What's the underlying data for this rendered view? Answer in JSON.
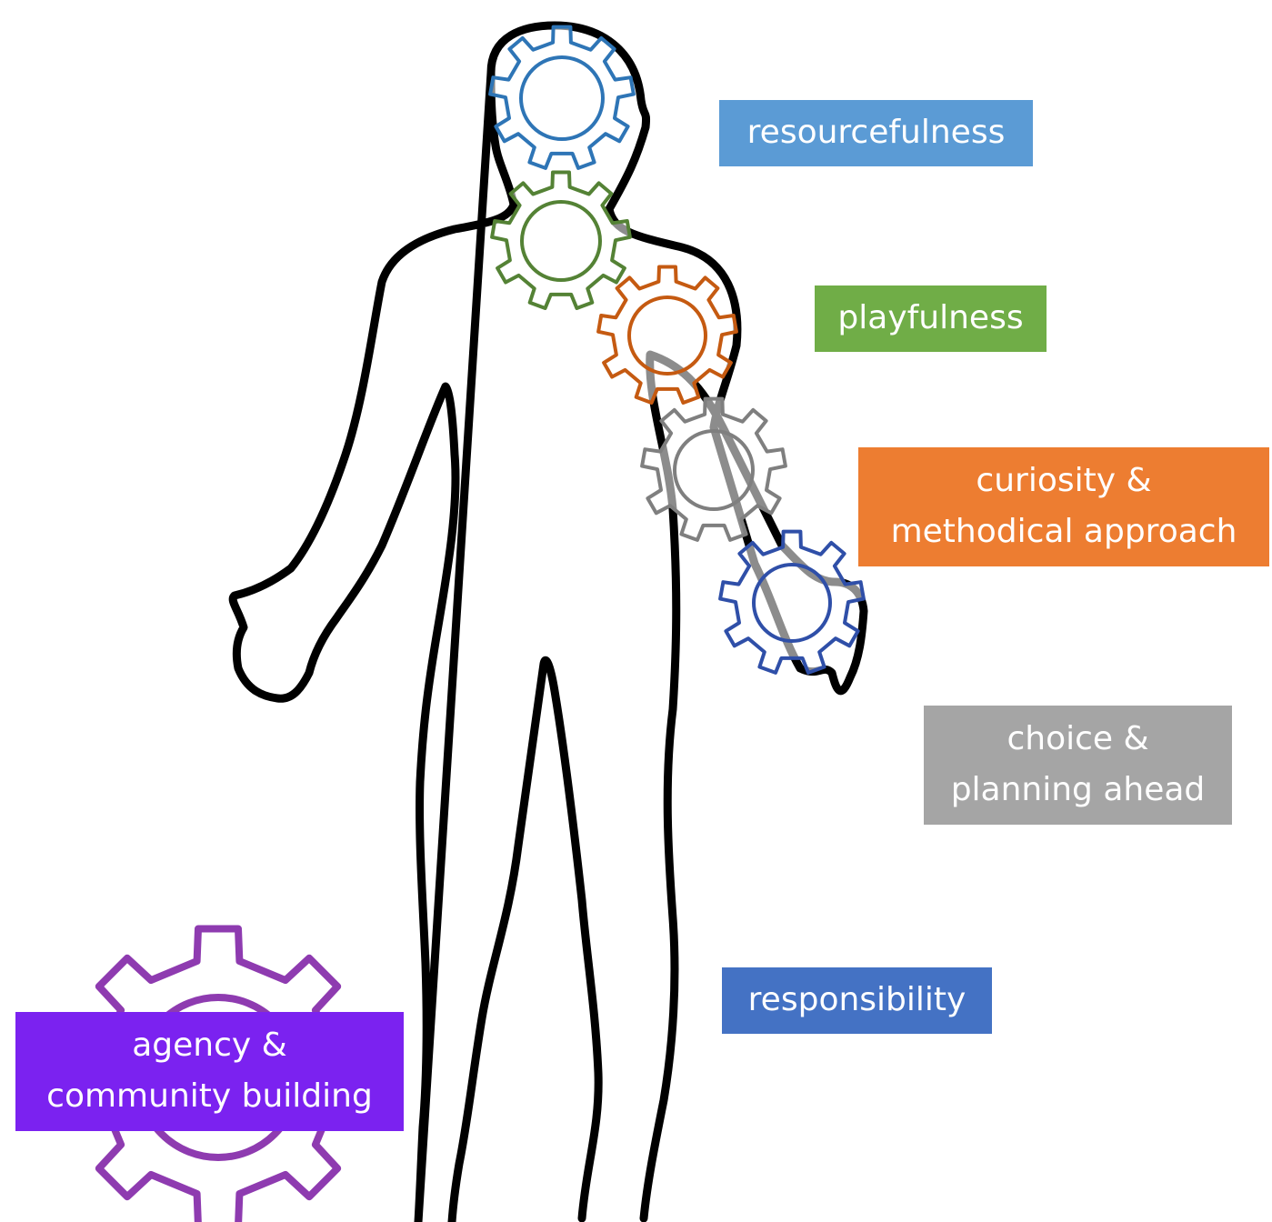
{
  "colors": {
    "outline": "#000000",
    "blue": "#5b9bd5",
    "green": "#70ad47",
    "orange": "#ed7d31",
    "gray": "#a5a5a5",
    "dark_blue": "#4472c4",
    "purple": "#7b22f0",
    "purple_gear": "#8e3bb0"
  },
  "labels": {
    "resourcefulness": {
      "lines": [
        "resourcefulness"
      ],
      "color": "#5b9bd5"
    },
    "playfulness": {
      "lines": [
        "playfulness"
      ],
      "color": "#70ad47"
    },
    "curiosity": {
      "lines": [
        "curiosity &",
        "methodical approach"
      ],
      "color": "#ed7d31"
    },
    "choice": {
      "lines": [
        "choice &",
        "planning ahead"
      ],
      "color": "#a5a5a5"
    },
    "responsibility": {
      "lines": [
        "responsibility"
      ],
      "color": "#4472c4"
    },
    "agency": {
      "lines": [
        "agency &",
        "community building"
      ],
      "color": "#7b22f0"
    }
  },
  "gears": [
    {
      "name": "head-gear-icon",
      "color": "#2e75b6"
    },
    {
      "name": "neck-gear-icon",
      "color": "#548235"
    },
    {
      "name": "shoulder-gear-icon",
      "color": "#c55a11"
    },
    {
      "name": "arm-gear-icon",
      "color": "#7f7f7f"
    },
    {
      "name": "hand-gear-icon",
      "color": "#2f4fa8"
    },
    {
      "name": "community-gear-icon",
      "color": "#8e3bb0"
    }
  ]
}
